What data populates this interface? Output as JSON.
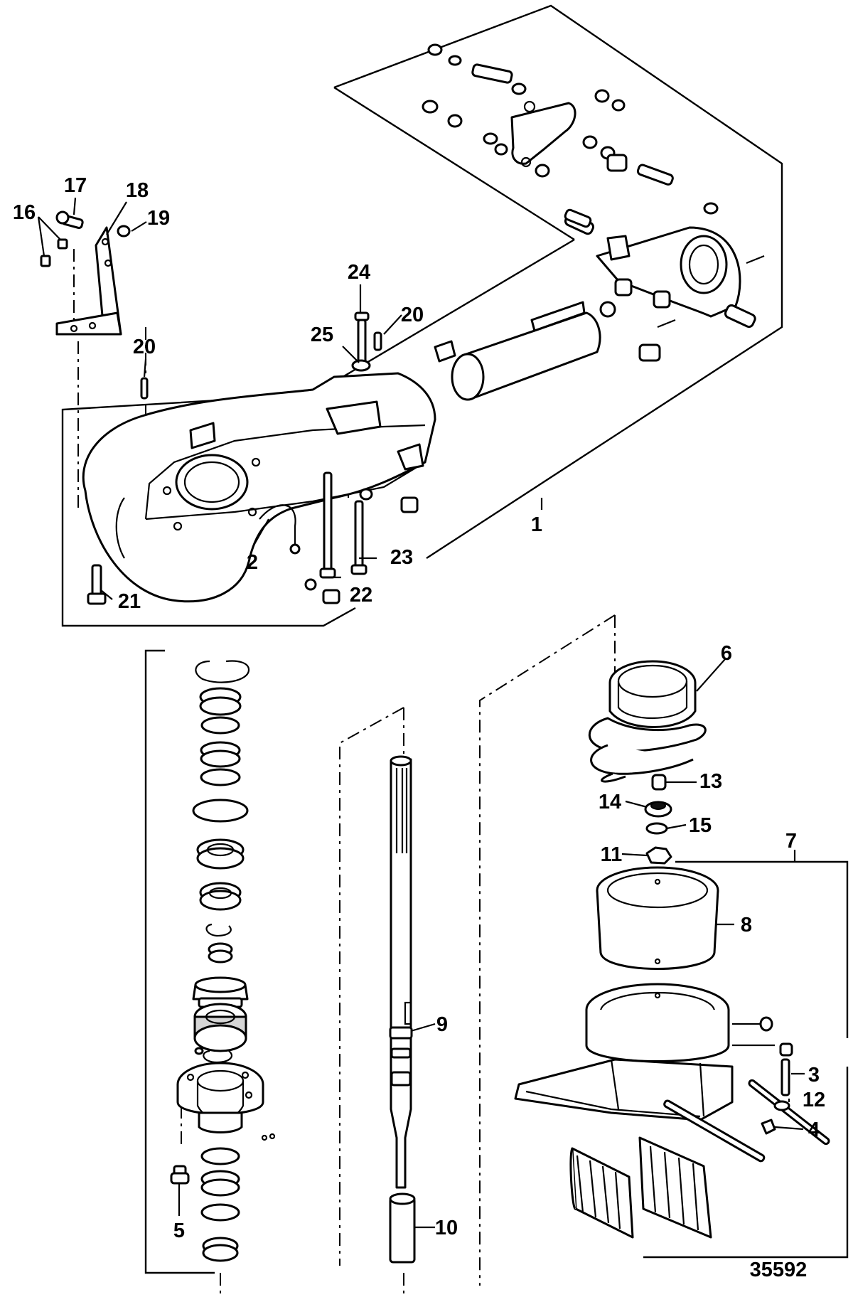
{
  "drawing": {
    "reference_number": "35592"
  },
  "callouts": {
    "c1": "1",
    "c2": "2",
    "c3": "3",
    "c4": "4",
    "c5": "5",
    "c6": "6",
    "c7": "7",
    "c8": "8",
    "c9": "9",
    "c10": "10",
    "c11": "11",
    "c12": "12",
    "c13": "13",
    "c14": "14",
    "c15": "15",
    "c16": "16",
    "c17": "17",
    "c18": "18",
    "c19": "19",
    "c20a": "20",
    "c20b": "20",
    "c21": "21",
    "c22": "22",
    "c23": "23",
    "c24": "24",
    "c25": "25"
  }
}
